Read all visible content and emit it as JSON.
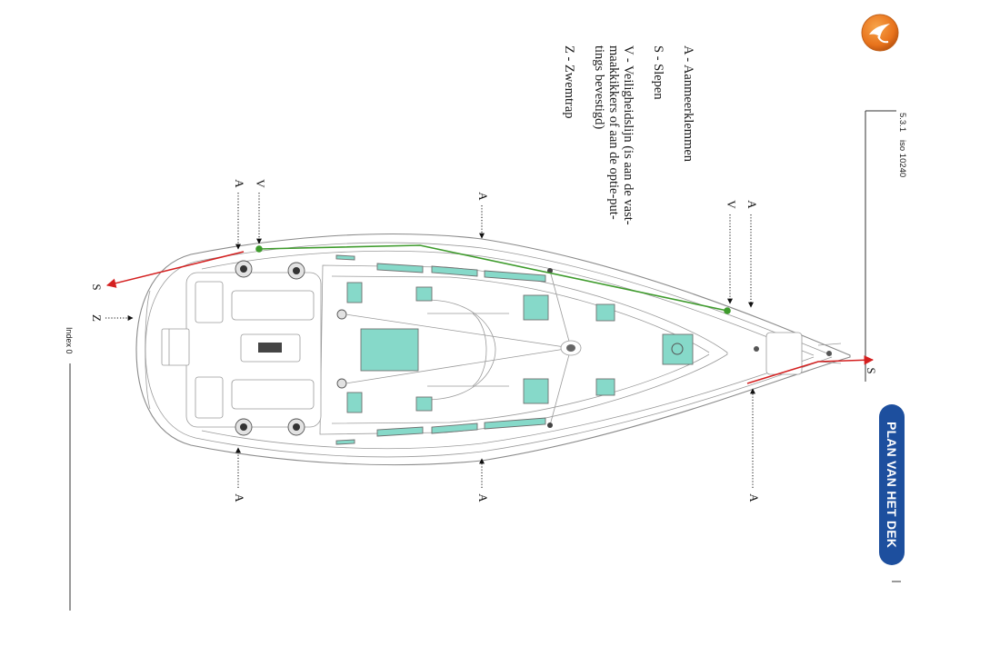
{
  "header": {
    "title": "PLAN VAN HET DEK",
    "section": "5.3.1",
    "standard": "iso 10240"
  },
  "legend": {
    "a": "A - Aanmeerklemmen",
    "s": "S - Slepen",
    "v_line1": "V - Veiligheidslijn (is aan de vast-",
    "v_line2": "maakkikkers of aan de optie-put-",
    "v_line3": "tings bevestigd)",
    "z": "Z - Zwemtrap"
  },
  "diagram": {
    "marker_a": "A",
    "marker_v": "V",
    "marker_s": "S",
    "marker_z": "Z"
  },
  "footer": {
    "index": "Index 0"
  },
  "icons": {
    "logo": "bird-logo-icon"
  },
  "colors": {
    "title_badge": "#1d4f9e",
    "safety_line": "#3e9b2c",
    "tow_arrow": "#d42020",
    "hatch": "#86d9c9",
    "logo": "#e8731c"
  }
}
